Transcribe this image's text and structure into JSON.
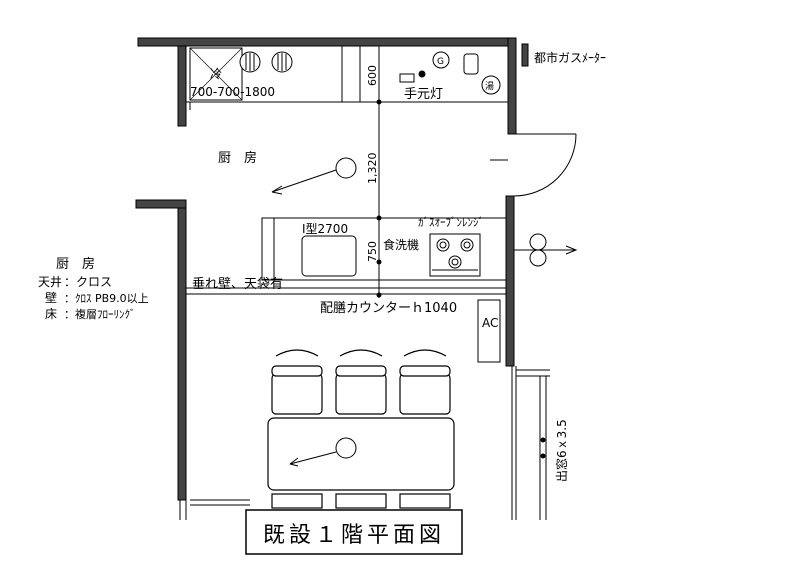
{
  "title": "既設１階平面図",
  "labels": {
    "refrigerator": "冷",
    "fridge_size": "700-700-1800",
    "g_mark": "G",
    "water_heater": "湯",
    "city_gas_meter": "都市ガスﾒｰﾀｰ",
    "hand_light": "手元灯",
    "kitchen_room": "厨　房",
    "dim_600": "600",
    "dim_1320": "1,320",
    "dim_750": "750",
    "i_type": "I型2700",
    "gas_oven": "ｶﾞｽｵｰﾌﾞﾝﾚﾝｼﾞ",
    "dishwasher": "食洗機",
    "hanging_wall": "垂れ壁、天袋有",
    "serving_counter": "配膳カウンターｈ1040",
    "ac": "AC",
    "bay_window": "出窓6ｘ3.5"
  },
  "finish_legend": {
    "heading": "厨　房",
    "rows": [
      {
        "key": "天井",
        "value": "：クロス"
      },
      {
        "key": "壁",
        "value": "：ｸﾛｽ PB9.0以上"
      },
      {
        "key": "床",
        "value": "：複層ﾌﾛｰﾘﾝｸﾞ"
      }
    ]
  }
}
